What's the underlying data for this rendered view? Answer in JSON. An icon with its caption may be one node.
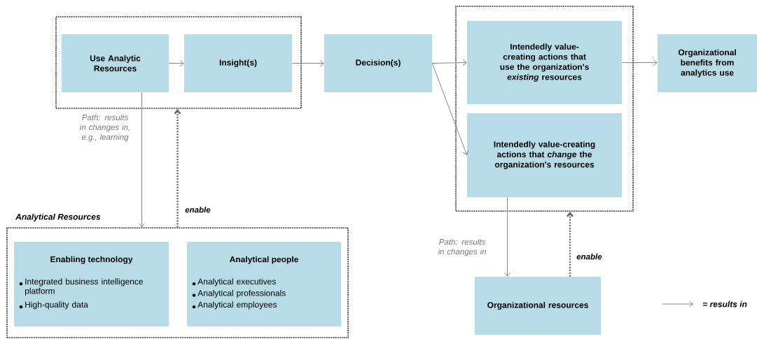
{
  "diagram": {
    "nodes": [
      {
        "text": [],
        "shape": "box"
      },
      {
        "text": [
          "Use Analytic Resources"
        ],
        "in": 0
      },
      {
        "text": [
          "Insight(s)"
        ],
        "in": 0
      },
      {
        "text": [
          "Decision(s)"
        ]
      },
      {
        "text": [],
        "shape": "box"
      },
      {
        "text": [
          "Intendedly value-creating actions that use the organization's *existing* resources"
        ],
        "in": 4
      },
      {
        "text": [
          "Intendedly value-creating actions that *change* the organization's resources"
        ],
        "in": 4
      },
      {
        "text": [
          "Organizational benefits from analytics use"
        ]
      },
      {
        "text": [
          "Analytical Resources"
        ]
      },
      {
        "text": [
          "Enabling technology",
          "Integrated business intelligence platform",
          "High-quality data"
        ],
        "in": 8
      },
      {
        "text": [
          "Analytical people",
          "Analytical executives",
          "Analytical professionals",
          "Analytical employees"
        ],
        "in": 8
      },
      {
        "text": [
          "Organizational resources"
        ]
      }
    ],
    "edges": [
      {
        "from": 1,
        "to": 2,
        "arrow": "to"
      },
      {
        "from": 2,
        "to": 3,
        "arrow": "to"
      },
      {
        "from": 3,
        "to": 5,
        "arrow": "to"
      },
      {
        "from": 3,
        "to": 6,
        "arrow": "to"
      },
      {
        "from": 5,
        "to": 7,
        "arrow": "to"
      },
      {
        "from": 1,
        "to": 8,
        "arrow": "to",
        "label": "Path: results in changes in, e.g., learning"
      },
      {
        "from": 8,
        "to": 0,
        "arrow": "to",
        "label": "enable",
        "style": "dashed"
      },
      {
        "from": 6,
        "to": 11,
        "arrow": "to",
        "label": "Path: results in changes in"
      },
      {
        "from": 11,
        "to": 4,
        "arrow": "to",
        "label": "enable",
        "style": "dashed"
      }
    ],
    "legend": [
      {
        "text": "= results in"
      }
    ]
  }
}
